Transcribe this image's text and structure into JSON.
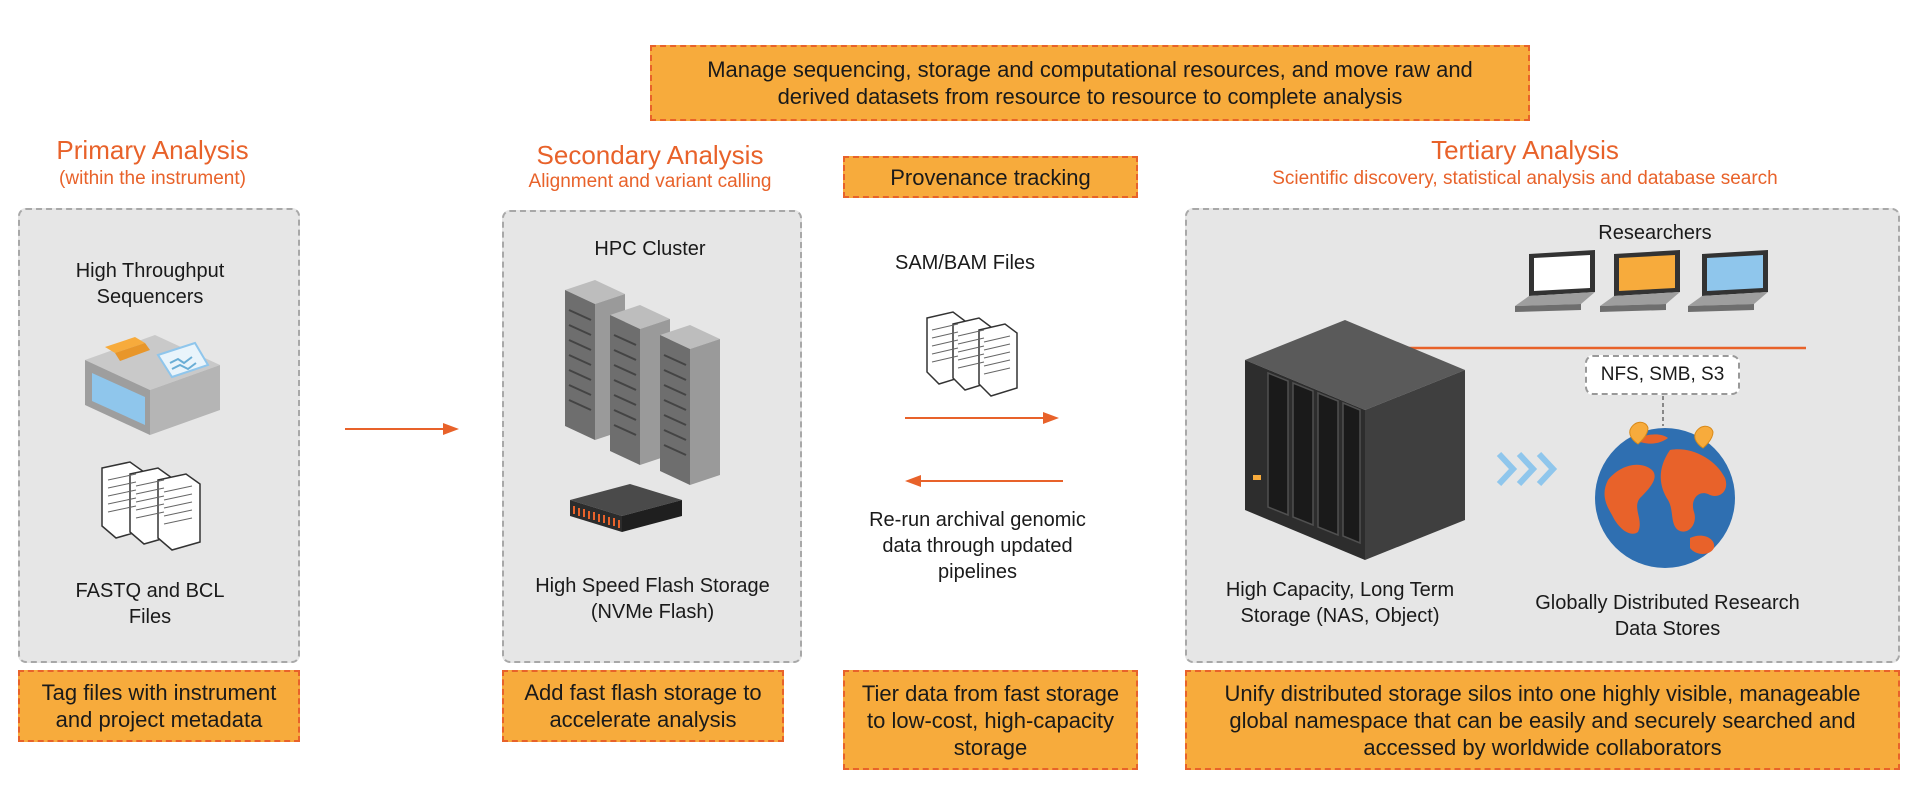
{
  "top_banner": "Manage sequencing, storage and computational resources, and move raw and derived datasets from resource to resource to complete analysis",
  "primary": {
    "title": "Primary Analysis",
    "subtitle": "(within the instrument)",
    "device_label": "High Throughput Sequencers",
    "files_label": "FASTQ and BCL Files",
    "note": "Tag files with instrument and project metadata"
  },
  "secondary": {
    "title": "Secondary Analysis",
    "subtitle": "Alignment and variant calling",
    "cluster_label": "HPC Cluster",
    "storage_label": "High Speed Flash Storage (NVMe Flash)",
    "note": "Add fast flash storage to accelerate analysis"
  },
  "middle": {
    "provenance": "Provenance tracking",
    "files_label": "SAM/BAM Files",
    "rerun_label": "Re-run archival genomic data through updated pipelines",
    "note": "Tier data from fast storage to low-cost, high-capacity storage"
  },
  "tertiary": {
    "title": "Tertiary Analysis",
    "subtitle": "Scientific discovery, statistical analysis and database search",
    "researchers_label": "Researchers",
    "protocols": "NFS, SMB, S3",
    "storage_label": "High Capacity, Long Term Storage (NAS, Object)",
    "global_label": "Globally Distributed Research Data Stores",
    "note": "Unify distributed storage silos into one highly visible, manageable global namespace that can be easily and securely searched and accessed by worldwide collaborators"
  },
  "colors": {
    "accent_orange": "#e8622a",
    "box_fill": "#f7ab3c",
    "panel_fill": "#e6e6e6"
  }
}
